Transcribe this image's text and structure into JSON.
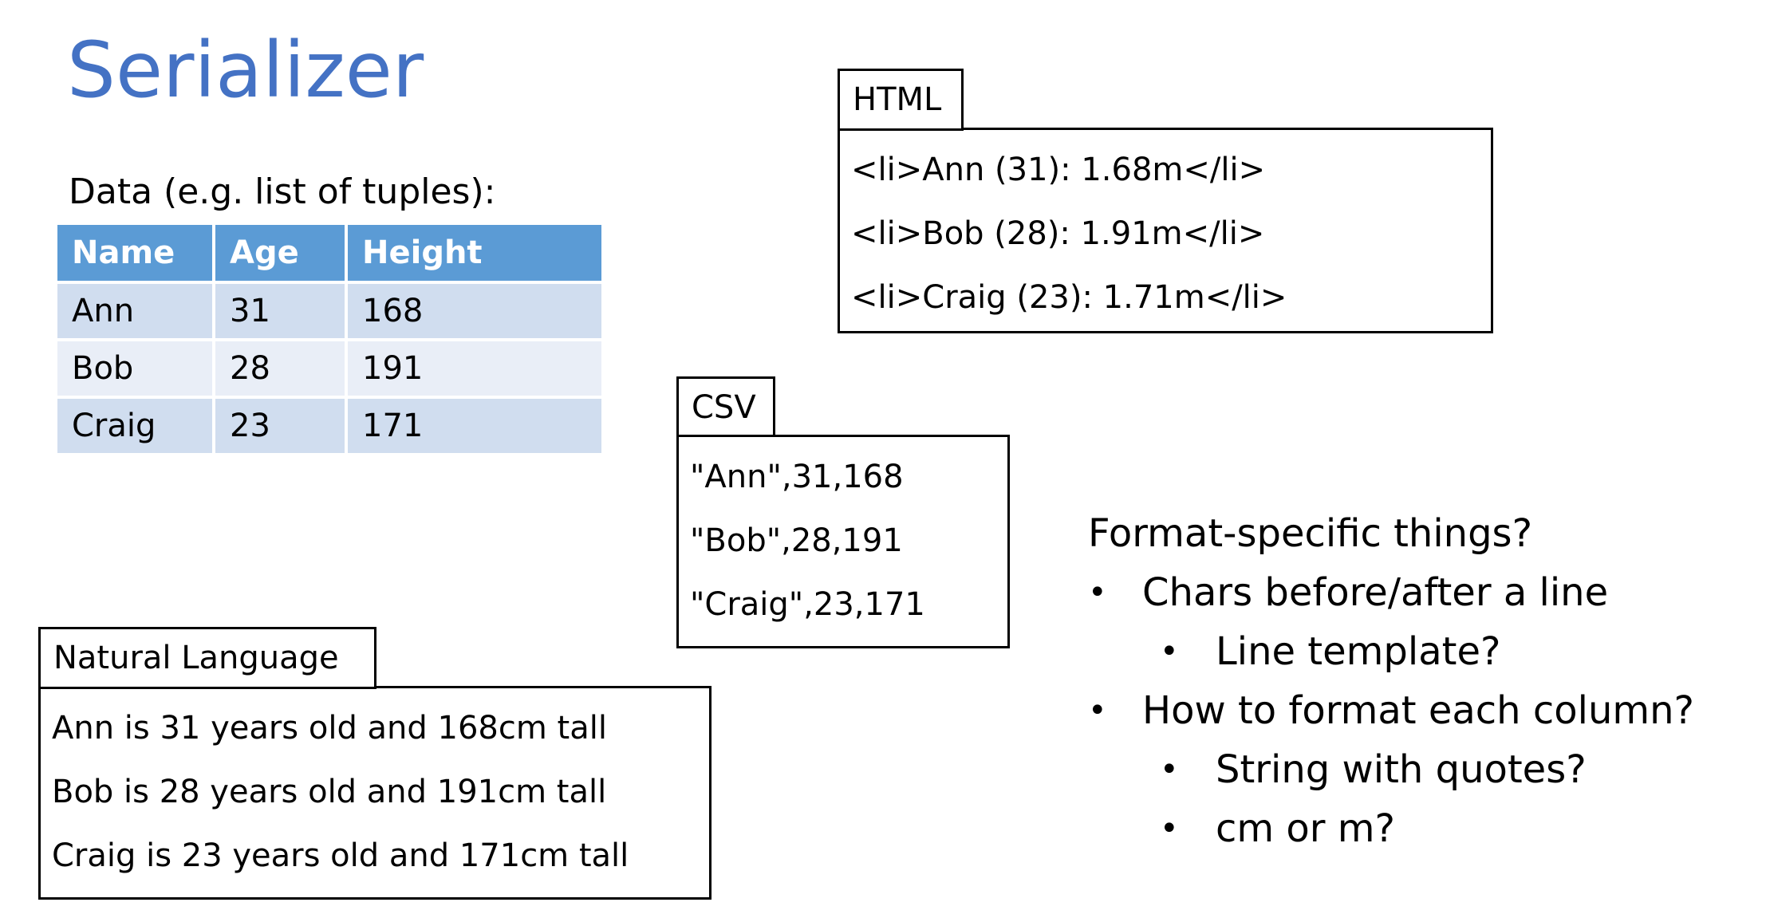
{
  "title": "Serializer",
  "data_caption": "Data (e.g. list of tuples):",
  "table": {
    "headers": [
      "Name",
      "Age",
      "Height"
    ],
    "rows": [
      [
        "Ann",
        "31",
        "168"
      ],
      [
        "Bob",
        "28",
        "191"
      ],
      [
        "Craig",
        "23",
        "171"
      ]
    ]
  },
  "formats": {
    "html": {
      "label": "HTML",
      "lines": [
        "<li>Ann (31): 1.68m</li>",
        "<li>Bob (28): 1.91m</li>",
        "<li>Craig (23): 1.71m</li>"
      ]
    },
    "csv": {
      "label": "CSV",
      "lines": [
        "\"Ann\",31,168",
        "\"Bob\",28,191",
        "\"Craig\",23,171"
      ]
    },
    "natural_language": {
      "label": "Natural Language",
      "lines": [
        "Ann is 31 years old and 168cm tall",
        "Bob is 28 years old and 191cm tall",
        "Craig is 23 years old and 171cm tall"
      ]
    }
  },
  "notes": {
    "heading": "Format-specific things?",
    "bullet_glyph": "•",
    "items": [
      {
        "text": "Chars before/after a line",
        "sub": [
          "Line template?"
        ]
      },
      {
        "text": "How to format each column?",
        "sub": [
          "String with quotes?",
          "cm or m?"
        ]
      }
    ]
  },
  "colors": {
    "title": "#4472C4",
    "table_header": "#5B9BD5",
    "table_row_odd": "#D0DDEF",
    "table_row_even": "#E9EEF7"
  }
}
